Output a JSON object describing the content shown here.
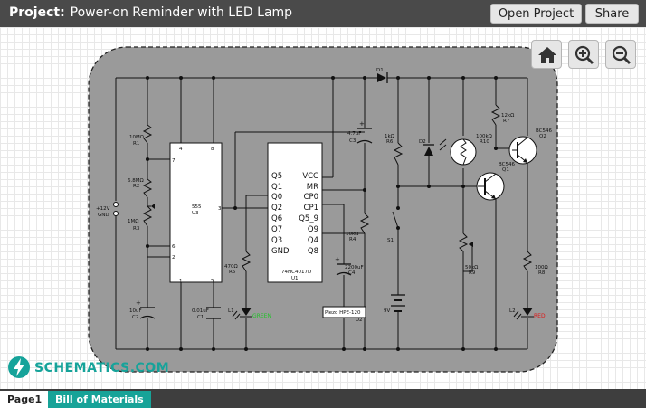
{
  "header": {
    "project_label": "Project:",
    "project_name": "Power-on Reminder with LED Lamp",
    "open_project_label": "Open Project",
    "share_label": "Share"
  },
  "toolbar": {
    "home_icon": "home-icon",
    "zoom_in_icon": "zoom-in-icon",
    "zoom_out_icon": "zoom-out-icon"
  },
  "logo": {
    "text": "SCHEMATICS.COM"
  },
  "tabs": [
    {
      "label": "Page1"
    },
    {
      "label": "Bill of Materials"
    }
  ],
  "schematic": {
    "r1": [
      "10MΩ",
      "R1"
    ],
    "r2": [
      "6.8MΩ",
      "R2"
    ],
    "r3": [
      "1MΩ",
      "R3"
    ],
    "supply": [
      "+12V",
      "GND"
    ],
    "c2": [
      "10uF",
      "C2"
    ],
    "u3": {
      "name": "555",
      "ref": "U3",
      "pins": [
        "4",
        "8",
        "7",
        "3",
        "6",
        "2",
        "1",
        "5"
      ]
    },
    "r5": [
      "470Ω",
      "R5"
    ],
    "l1": [
      "L1",
      "GREEN"
    ],
    "c1": [
      "0.01uF",
      "C1"
    ],
    "u1": {
      "left_pins": [
        "Q5",
        "Q1",
        "Q0",
        "Q2",
        "Q6",
        "Q7",
        "Q3",
        "GND"
      ],
      "right_pins": [
        "VCC",
        "MR",
        "CP0",
        "CP1",
        "Q5_9",
        "Q9",
        "Q4",
        "Q8"
      ],
      "name": "74HC4017D",
      "ref": "U1"
    },
    "c3": [
      "4.7uF",
      "C3"
    ],
    "r4": [
      "10kΩ",
      "R4"
    ],
    "c4": [
      "2200uF",
      "C4"
    ],
    "buzzer": [
      "Piezo HPE-120",
      "U2"
    ],
    "d1": "D1",
    "r6": [
      "1kΩ",
      "R6"
    ],
    "d2": "D2",
    "s1": "S1",
    "battery": "9V",
    "r10": [
      "100kΩ",
      "R10"
    ],
    "r7": [
      "12kΩ",
      "R7"
    ],
    "q2": [
      "BC546",
      "Q2"
    ],
    "q1": [
      "BC546",
      "Q1"
    ],
    "r9": [
      "50kΩ",
      "R9"
    ],
    "r8": [
      "100Ω",
      "R8"
    ],
    "l2": [
      "L2",
      "RED"
    ]
  }
}
